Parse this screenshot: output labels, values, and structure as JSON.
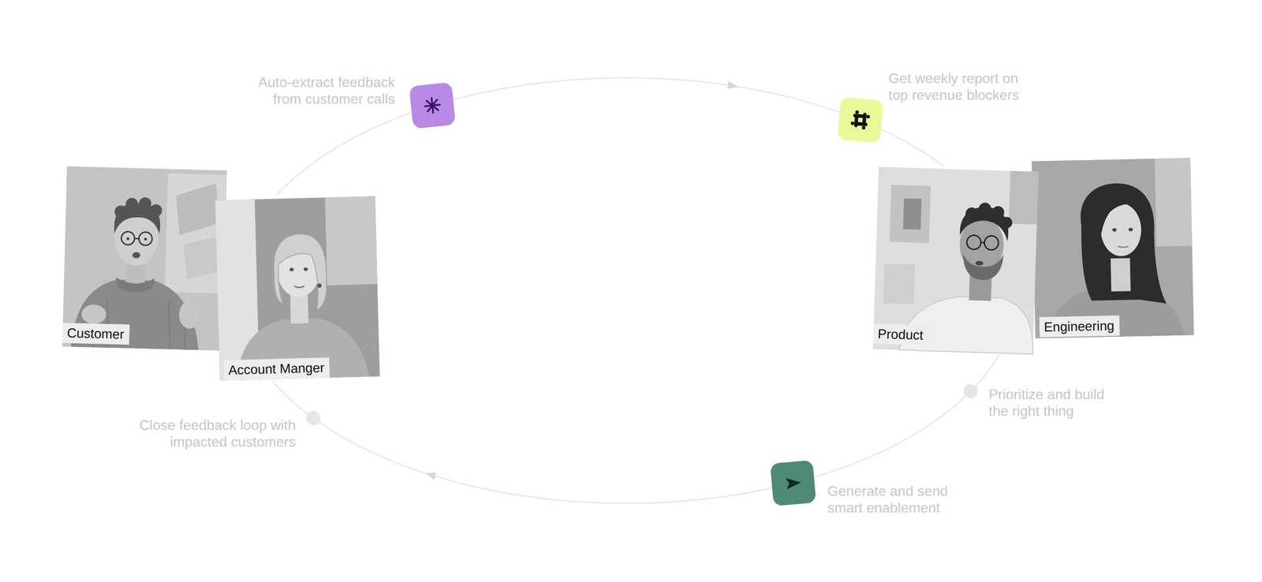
{
  "diagram": {
    "nodes": [
      {
        "text": [
          "Customer"
        ]
      },
      {
        "text": [
          "Account Manger"
        ]
      },
      {
        "text": [
          "Product"
        ]
      },
      {
        "text": [
          "Engineering"
        ]
      }
    ],
    "edges": [
      {
        "from": 1,
        "to": 2,
        "arrow": "to"
      },
      {
        "from": 2,
        "to": 1,
        "arrow": "to"
      }
    ],
    "labels": [
      "Auto-extract feedback from customer calls",
      "Get weekly report on top revenue blockers",
      "Prioritize and build the right thing",
      "Generate and send smart enablement",
      "Close feedback loop with impacted customers"
    ]
  }
}
